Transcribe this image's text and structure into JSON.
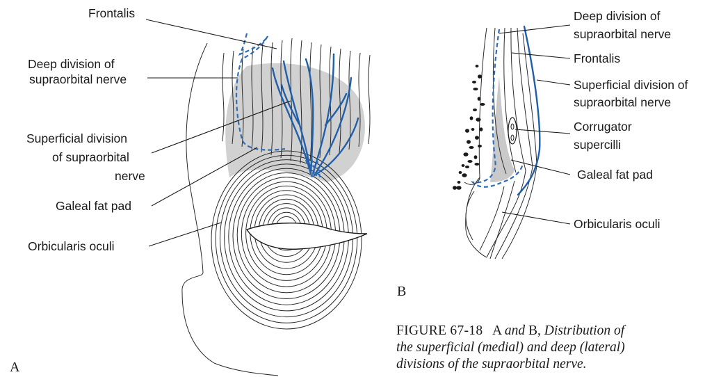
{
  "panel_a": {
    "letter": "A",
    "labels": {
      "frontalis": "Frontalis",
      "deep_div_1": "Deep division of",
      "deep_div_2": "supraorbital nerve",
      "sup_div_1": "Superficial division",
      "sup_div_2": "of supraorbital",
      "sup_div_3": "nerve",
      "galeal": "Galeal fat pad",
      "orbicularis": "Orbicularis oculi"
    }
  },
  "panel_b": {
    "letter": "B",
    "labels": {
      "deep_div_1": "Deep division of",
      "deep_div_2": "supraorbital nerve",
      "frontalis": "Frontalis",
      "sup_div_1": "Superficial division of",
      "sup_div_2": "supraorbital nerve",
      "corrugator_1": "Corrugator",
      "corrugator_2": "supercilli",
      "galeal": "Galeal fat pad",
      "orbicularis": "Orbicularis oculi"
    }
  },
  "caption": {
    "figure_label": "FIGURE 67-18",
    "line1_rest_a": "A",
    "line1_rest_b": "and",
    "line1_rest_c": "B,",
    "line1_rest_d": "Distribution of",
    "line2": "the superficial (medial) and deep (lateral)",
    "line3": "divisions of the supraorbital nerve."
  },
  "colors": {
    "nerve": "#1f5fa8",
    "fat_pad": "#c9c9c9",
    "line": "#1a1a1a"
  }
}
